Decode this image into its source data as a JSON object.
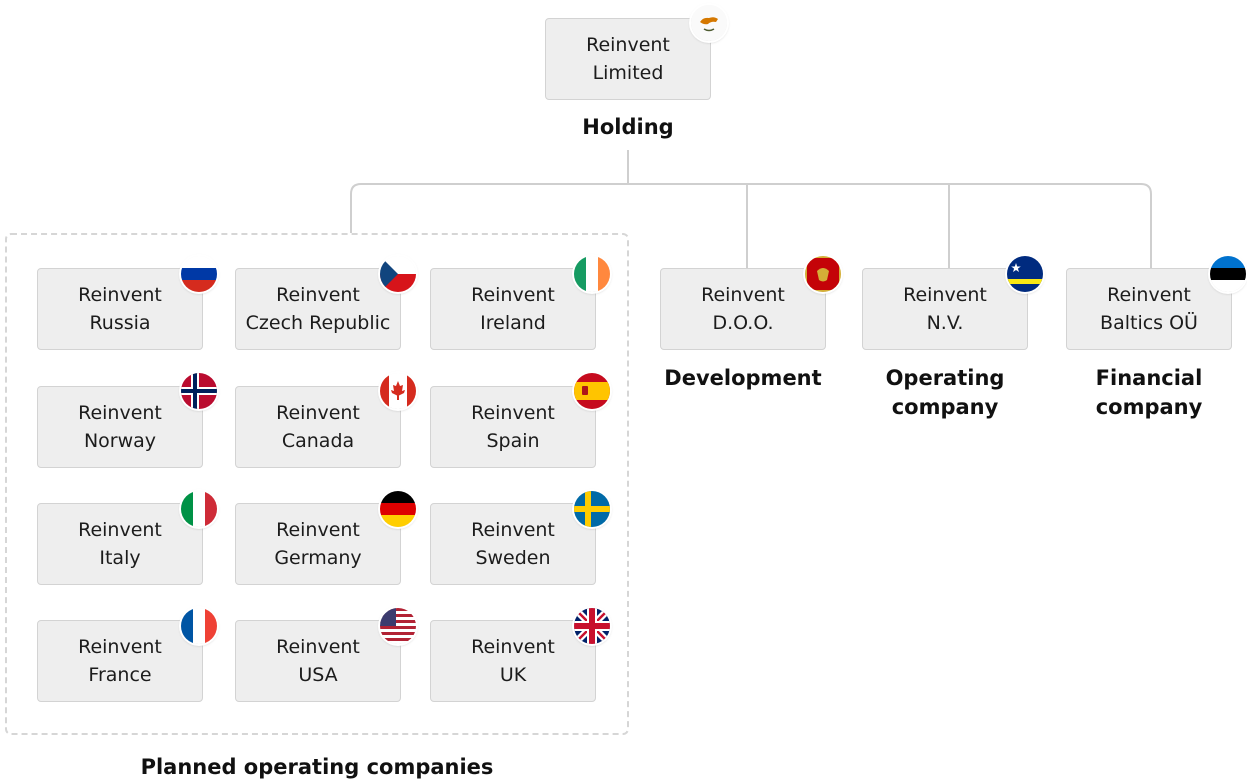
{
  "holding": {
    "name_line1": "Reinvent",
    "name_line2": "Limited",
    "caption": "Holding",
    "flag": "cyprus-flag-icon"
  },
  "planned": {
    "caption": "Planned operating companies",
    "companies": [
      {
        "line1": "Reinvent",
        "line2": "Russia",
        "flag": "russia-flag-icon"
      },
      {
        "line1": "Reinvent",
        "line2": "Czech Republic",
        "flag": "czech-flag-icon"
      },
      {
        "line1": "Reinvent",
        "line2": "Ireland",
        "flag": "ireland-flag-icon"
      },
      {
        "line1": "Reinvent",
        "line2": "Norway",
        "flag": "norway-flag-icon"
      },
      {
        "line1": "Reinvent",
        "line2": "Canada",
        "flag": "canada-flag-icon"
      },
      {
        "line1": "Reinvent",
        "line2": "Spain",
        "flag": "spain-flag-icon"
      },
      {
        "line1": "Reinvent",
        "line2": "Italy",
        "flag": "italy-flag-icon"
      },
      {
        "line1": "Reinvent",
        "line2": "Germany",
        "flag": "germany-flag-icon"
      },
      {
        "line1": "Reinvent",
        "line2": "Sweden",
        "flag": "sweden-flag-icon"
      },
      {
        "line1": "Reinvent",
        "line2": "France",
        "flag": "france-flag-icon"
      },
      {
        "line1": "Reinvent",
        "line2": "USA",
        "flag": "usa-flag-icon"
      },
      {
        "line1": "Reinvent",
        "line2": "UK",
        "flag": "uk-flag-icon"
      }
    ]
  },
  "subsidiaries": [
    {
      "line1": "Reinvent",
      "line2": "D.O.O.",
      "caption_line1": "Development",
      "caption_line2": "",
      "flag": "montenegro-flag-icon"
    },
    {
      "line1": "Reinvent",
      "line2": "N.V.",
      "caption_line1": "Operating",
      "caption_line2": "company",
      "flag": "curacao-flag-icon"
    },
    {
      "line1": "Reinvent",
      "line2": "Baltics OÜ",
      "caption_line1": "Financial",
      "caption_line2": "company",
      "flag": "estonia-flag-icon"
    }
  ],
  "colors": {
    "box_fill": "#eeeeee",
    "box_border": "#d3d3d3",
    "connector": "#cfcfcf",
    "group_border": "#d6d6d6"
  }
}
